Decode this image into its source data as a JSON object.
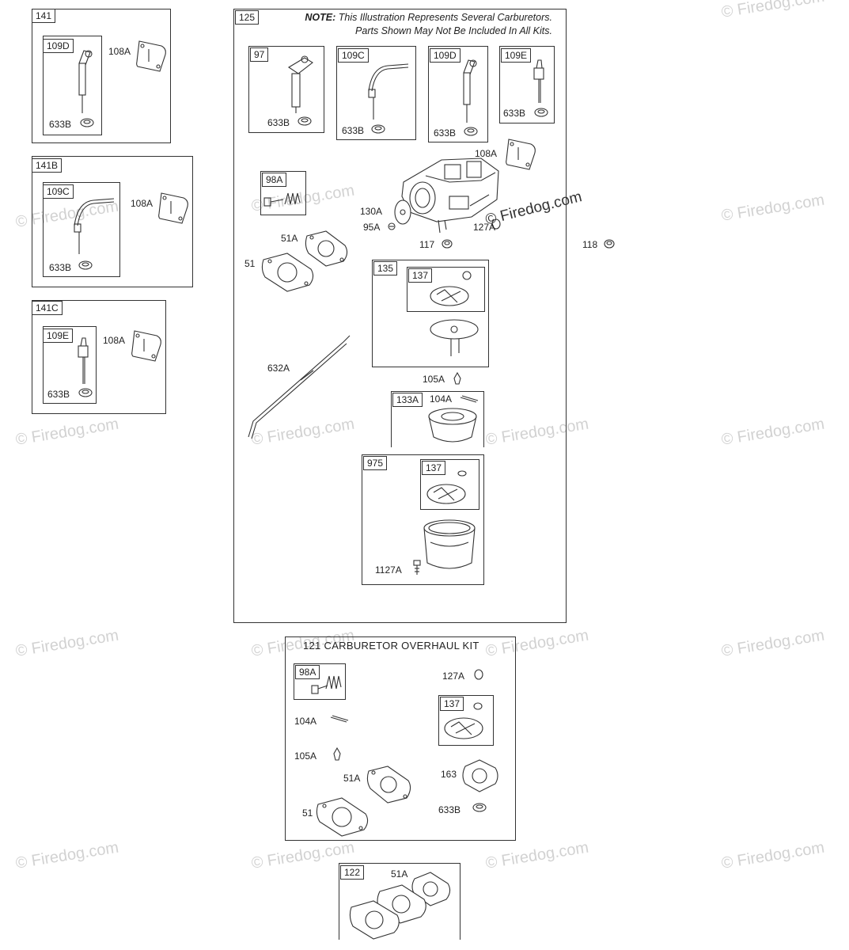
{
  "watermark": "© Firedog.com",
  "note": {
    "bold": "NOTE:",
    "line1": "This Illustration Represents Several Carburetors.",
    "line2": "Parts Shown May Not Be Included In All Kits."
  },
  "kits": {
    "k141": {
      "id": "141",
      "sub": "109D",
      "a": "108A",
      "b": "633B"
    },
    "k141b": {
      "id": "141B",
      "sub": "109C",
      "a": "108A",
      "b": "633B"
    },
    "k141c": {
      "id": "141C",
      "sub": "109E",
      "a": "108A",
      "b": "633B"
    },
    "k125": {
      "id": "125"
    },
    "k121": {
      "title": "121 CARBURETOR OVERHAUL KIT"
    },
    "k122": {
      "id": "122"
    }
  },
  "parts": {
    "p97": "97",
    "p109c": "109C",
    "p109d": "109D",
    "p109e": "109E",
    "p633b": "633B",
    "p108a": "108A",
    "p98a": "98A",
    "p130a": "130A",
    "p95a": "95A",
    "p127a": "127A",
    "p117": "117",
    "p118": "118",
    "p51a": "51A",
    "p51": "51",
    "p135": "135",
    "p137": "137",
    "p632a": "632A",
    "p105a": "105A",
    "p133a": "133A",
    "p104a": "104A",
    "p975": "975",
    "p1127a": "1127A",
    "p163": "163"
  }
}
